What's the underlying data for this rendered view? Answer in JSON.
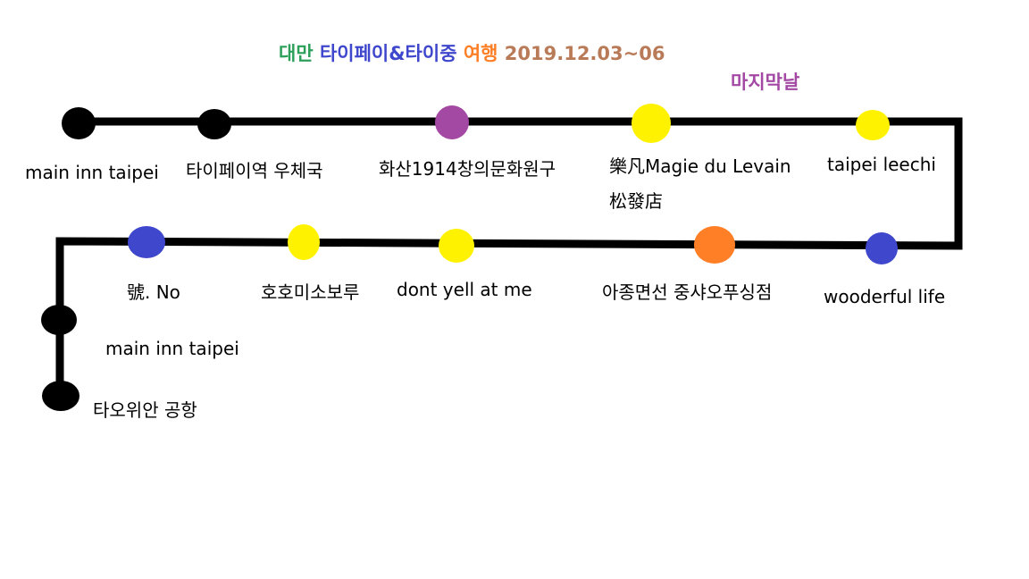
{
  "title": {
    "part1": "대만",
    "part2": "타이페이",
    "part3": "&타이중",
    "part4": "여행",
    "part5": "2019.12.03~06",
    "colors": {
      "part1": "#2ca05a",
      "part2": "#3f48cc",
      "part3": "#3f48cc",
      "part4": "#ff7f27",
      "part5": "#b97a57"
    }
  },
  "day_label": {
    "text": "마지막날",
    "color": "#a349a4"
  },
  "line_color": "#000000",
  "stops": [
    {
      "label": "main inn taipei",
      "color": "#000000"
    },
    {
      "label": "타이페이역 우체국",
      "color": "#000000"
    },
    {
      "label": "화산1914창의문화원구",
      "color": "#a349a4"
    },
    {
      "label": "樂凡Magie du Levain",
      "label2": "松發店",
      "color": "#fff200"
    },
    {
      "label": "taipei leechi",
      "color": "#fff200"
    },
    {
      "label": "wooderful life",
      "color": "#3f48cc"
    },
    {
      "label": "아종면선 중샤오푸싱점",
      "color": "#ff7f27"
    },
    {
      "label": "dont yell at me",
      "color": "#fff200"
    },
    {
      "label": "호호미소보루",
      "color": "#fff200"
    },
    {
      "label": "號. No",
      "color": "#3f48cc"
    },
    {
      "label": "main inn taipei",
      "color": "#000000"
    },
    {
      "label": "타오위안 공항",
      "color": "#000000"
    }
  ]
}
